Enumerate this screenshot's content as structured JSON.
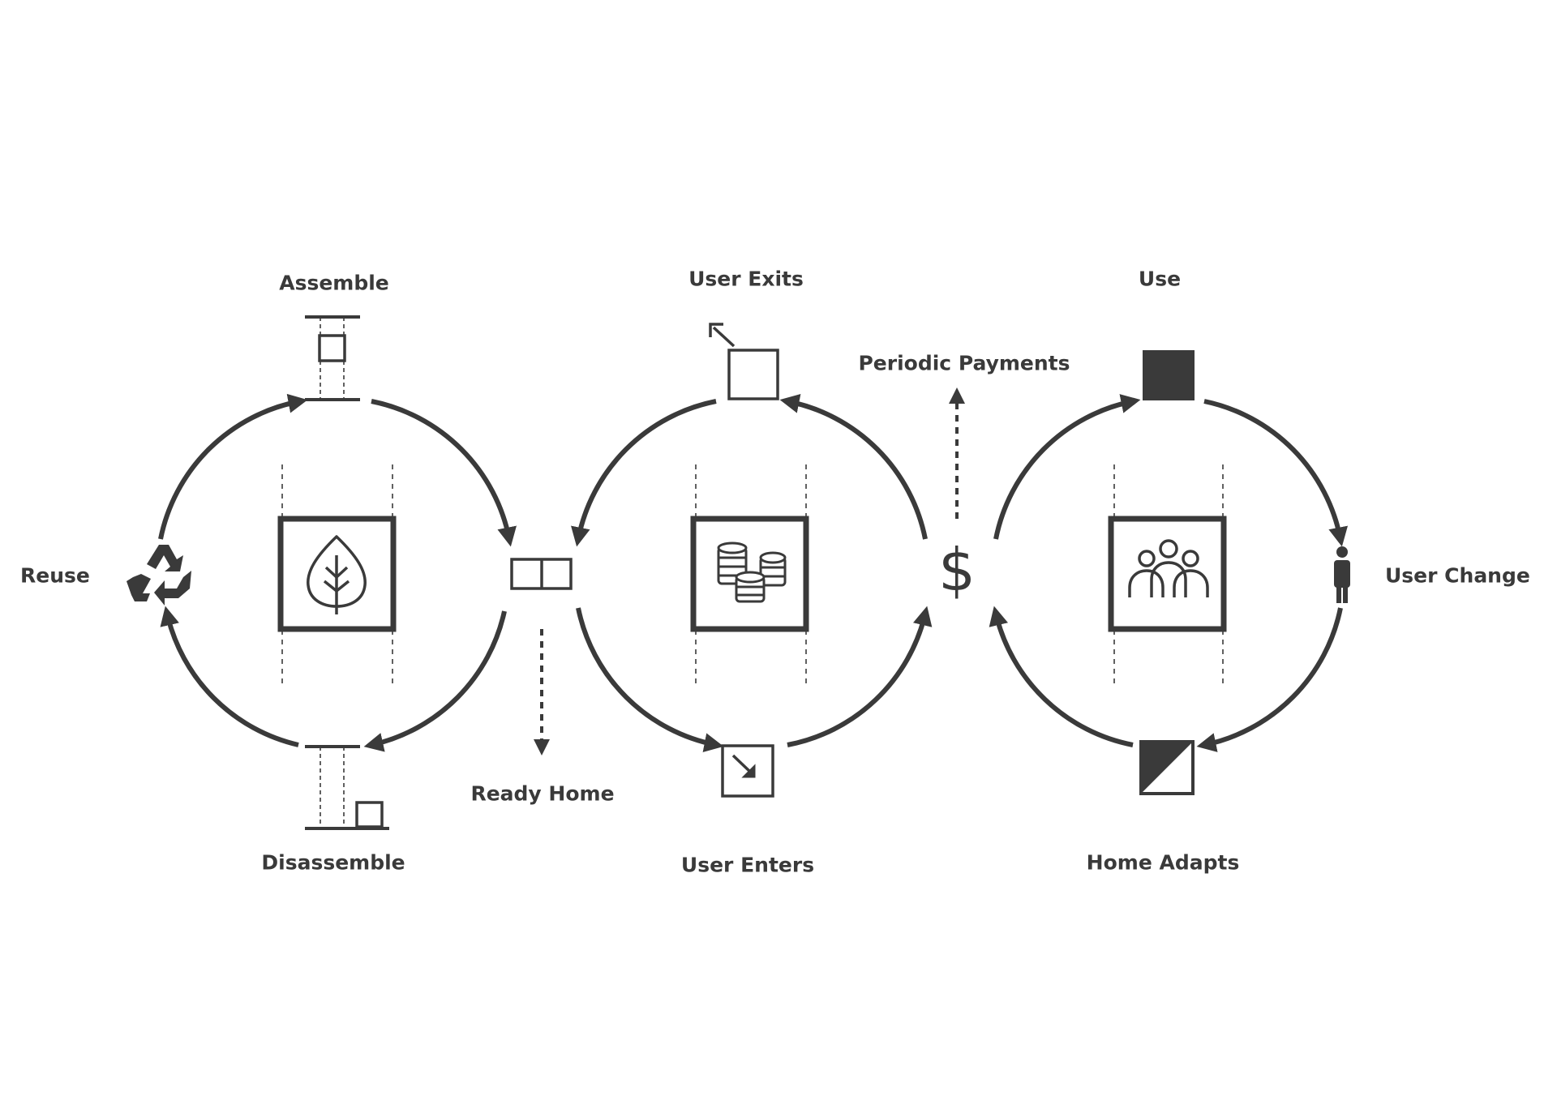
{
  "colors": {
    "ink": "#3a3a3a",
    "background": "#ffffff"
  },
  "cycles": [
    {
      "center_icon": "leaf-icon",
      "stages": {
        "top": "Assemble",
        "left": "Reuse",
        "bottom": "Disassemble"
      },
      "stage_icons": {
        "top": "assemble-frame-icon",
        "left": "recycle-icon",
        "bottom": "disassemble-frame-icon"
      }
    },
    {
      "center_icon": "coin-stacks-icon",
      "stages": {
        "top": "User Exits",
        "bottom": "User Enters"
      },
      "stage_icons": {
        "top": "exit-box-icon",
        "bottom": "enter-box-icon"
      }
    },
    {
      "center_icon": "people-group-icon",
      "stages": {
        "top": "Use",
        "right": "User Change",
        "bottom": "Home Adapts"
      },
      "stage_icons": {
        "top": "filled-square-icon",
        "right": "person-icon",
        "bottom": "half-filled-square-icon"
      }
    }
  ],
  "links": {
    "ready_home": {
      "label": "Ready Home",
      "icon": "double-box-icon"
    },
    "periodic_payments": {
      "label": "Periodic Payments",
      "icon": "dollar-icon"
    }
  }
}
